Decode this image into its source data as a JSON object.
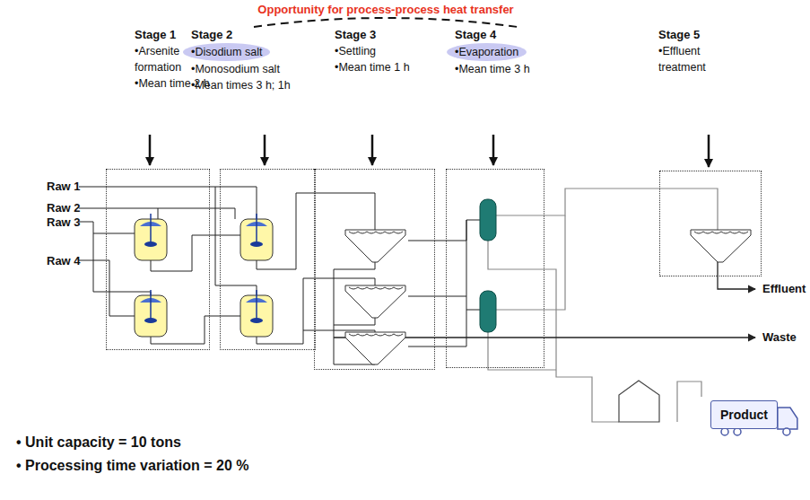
{
  "diagram": {
    "nodes": [
      {
        "text": [
          "Stage 1",
          "•Arsenite formation",
          "•Mean time 2 h"
        ]
      },
      {
        "text": [
          "Stage 2",
          "•Disodium salt",
          "•Monosodium salt",
          "•Mean times 3 h; 1h"
        ]
      },
      {
        "text": [
          "Stage 3",
          "•Settling",
          "•Mean time 1 h"
        ]
      },
      {
        "text": [
          "Stage 4",
          "•Evaporation",
          "•Mean time 3 h"
        ]
      },
      {
        "text": [
          "Stage 5",
          "•Effluent treatment"
        ]
      },
      {
        "text": [
          "Product"
        ]
      }
    ],
    "edges": [
      {
        "from": 1,
        "to": 3,
        "label": "Opportunity for process-process heat transfer",
        "arrow": "none"
      }
    ],
    "labels": [
      "Raw 1",
      "Raw 2",
      "Raw 3",
      "Raw 4",
      "Effluent",
      "Waste",
      "• Unit capacity = 10 tons",
      "• Processing time variation = 20 %"
    ]
  }
}
